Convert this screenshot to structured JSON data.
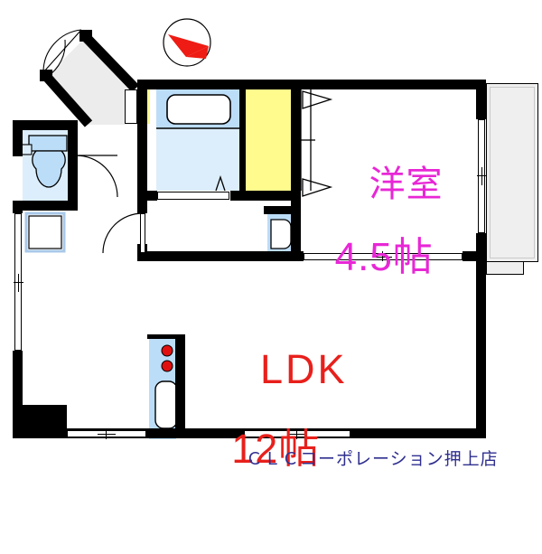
{
  "document": {
    "type": "real-estate-floor-plan",
    "footer_text": "ＣＬＣコーポレーション押上店"
  },
  "rooms": [
    {
      "id": "youshitsu",
      "name_label": "洋室",
      "size_label": "4.5帖",
      "color": "#e827d6",
      "kind": "western-style-room"
    },
    {
      "id": "ldk",
      "name_label": "LDK",
      "size_label": "12帖",
      "color": "#e8201c",
      "kind": "living-dining-kitchen"
    }
  ],
  "fixtures": {
    "bathtub": "bathtub",
    "toilet": "toilet",
    "washbasin": "washbasin",
    "kitchen_sink": "sink",
    "stove_burners": 2,
    "closet": "closet",
    "balcony": "balcony",
    "entrance": "entrance"
  },
  "compass": {
    "name": "north-arrow",
    "direction_deg": 118,
    "arrow_color": "#ee1c14"
  },
  "palette": {
    "wall": "#000000",
    "water_blue": "#dceefb",
    "water_blue_mid": "#bcddf7",
    "closet_yellow": "#fffb8c",
    "entrance_gray": "#ececec",
    "balcony_gray": "#efefef",
    "burner_red": "#e01010",
    "room_magenta": "#e827d6",
    "room_red": "#e8201c",
    "footer_navy": "#2f2f8f"
  }
}
